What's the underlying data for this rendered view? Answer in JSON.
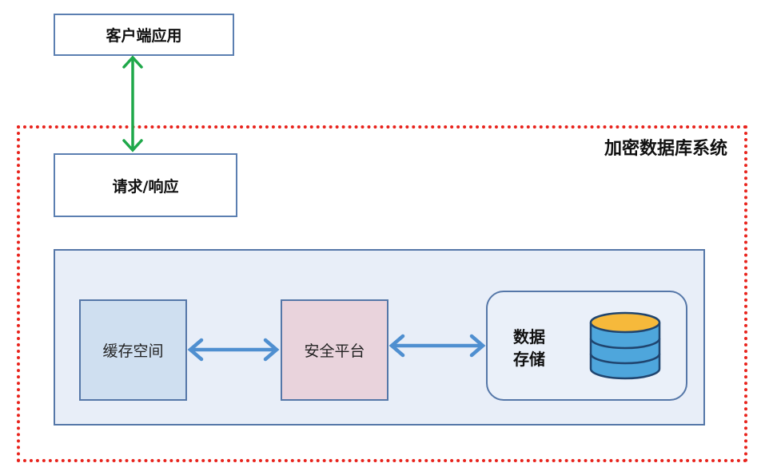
{
  "client": {
    "label": "客户端应用"
  },
  "request": {
    "label": "请求/响应"
  },
  "system": {
    "title": "加密数据库系统"
  },
  "modules": {
    "cache": "缓存空间",
    "security": "安全平台",
    "storage_line1": "数据",
    "storage_line2": "存储"
  },
  "icons": {
    "database": "database-icon",
    "arrows": "double-arrow-icon"
  },
  "colors": {
    "system_border": "#e8231c",
    "client_arrow": "#1fa84a",
    "module_arrow": "#4f8fd0",
    "db_top": "#f6b93b",
    "db_body": "#4ea6dc"
  }
}
